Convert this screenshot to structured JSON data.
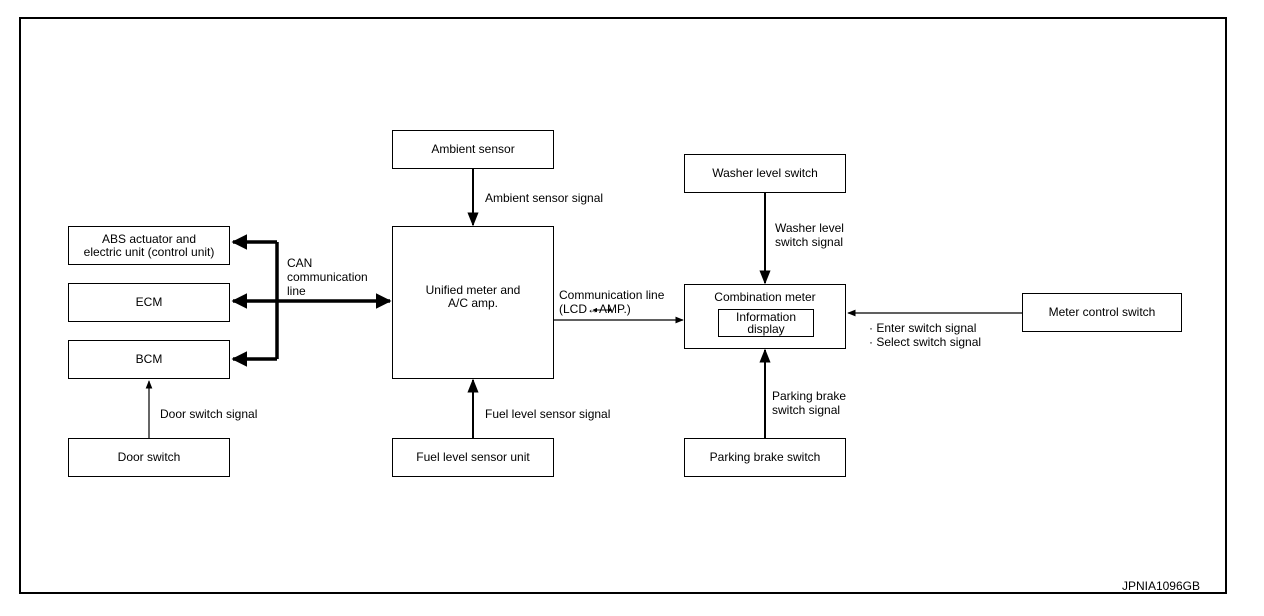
{
  "blocks": {
    "ambient_sensor": "Ambient sensor",
    "abs_unit": [
      "ABS actuator and",
      "electric unit (control unit)"
    ],
    "ecm": "ECM",
    "bcm": "BCM",
    "door_switch": "Door switch",
    "unified_meter": [
      "Unified meter and",
      "A/C amp."
    ],
    "fuel_level_sensor_unit": "Fuel level sensor unit",
    "washer_level_switch": "Washer level switch",
    "combination_meter": "Combination meter",
    "information_display": [
      "Information",
      "display"
    ],
    "meter_control_switch": "Meter control switch",
    "parking_brake_switch": "Parking brake switch"
  },
  "signals": {
    "ambient_sensor_signal": "Ambient sensor signal",
    "can_line": [
      "CAN",
      "communication",
      "line"
    ],
    "door_switch_signal": "Door switch signal",
    "fuel_level_sensor_signal": "Fuel level sensor signal",
    "communication_line": [
      "Communication line",
      "(LCD↔AMP.)"
    ],
    "washer_level_switch_signal": [
      "Washer level",
      "switch signal"
    ],
    "parking_brake_switch_signal": [
      "Parking brake",
      "switch signal"
    ],
    "meter_switch_signals": [
      "· Enter switch signal",
      "· Select switch signal"
    ]
  },
  "reference_code": "JPNIA1096GB"
}
